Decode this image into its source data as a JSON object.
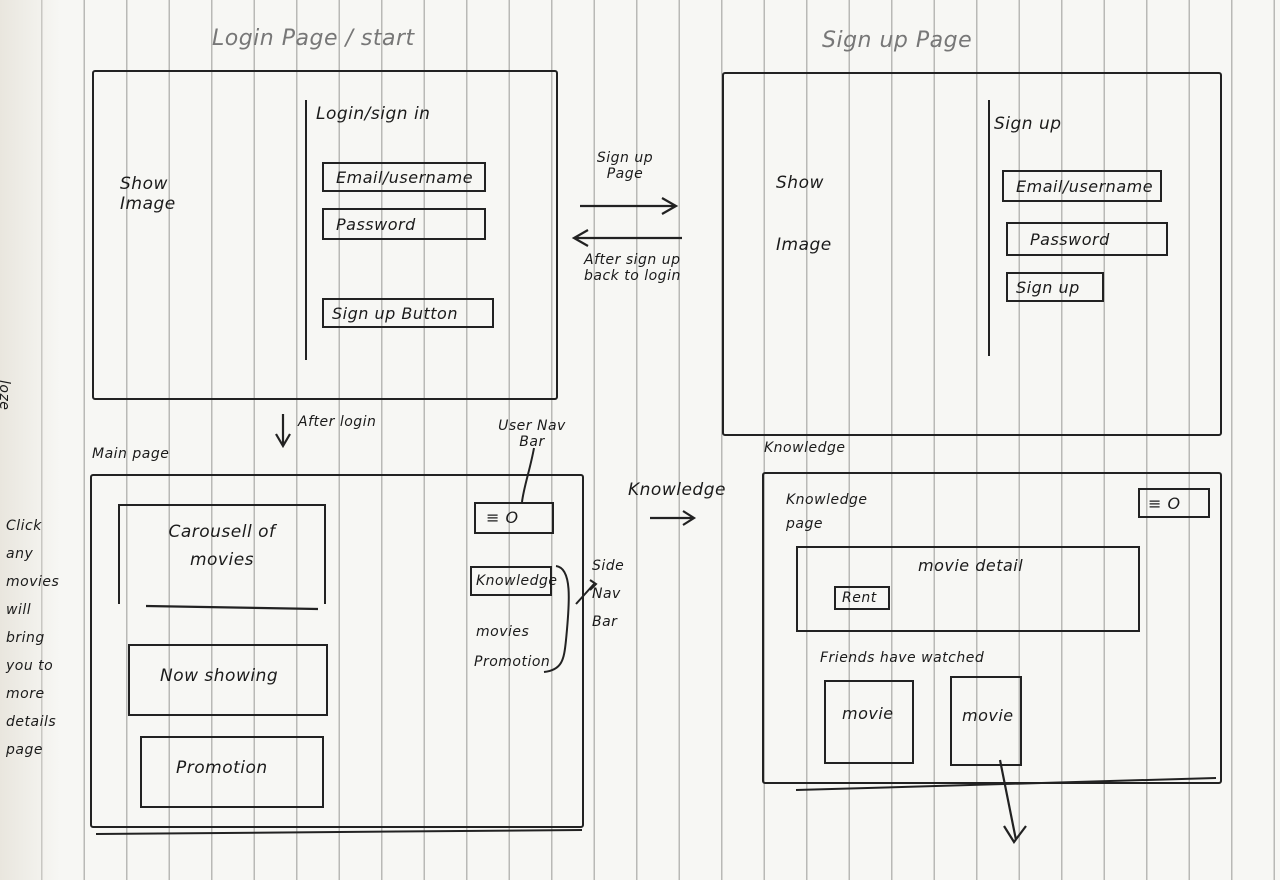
{
  "login_page": {
    "title": "Login Page / start",
    "image_text": "Show Image",
    "heading": "Login/sign in",
    "email_field": "Email/username",
    "password_field": "Password",
    "signup_button": "Sign up Button"
  },
  "signup_page": {
    "title": "Sign up Page",
    "image_text": "Show Image",
    "heading": "Sign up",
    "email_field": "Email/username",
    "password_field": "Password",
    "signup_button": "Sign up"
  },
  "arrows": {
    "to_signup": "Sign up Page",
    "back_to_login": "After sign up back to login",
    "after_login": "After login",
    "to_knowledge": "Knowledge"
  },
  "main_page": {
    "title": "Main page",
    "carousel": "Carousell of movies",
    "now_showing": "Now showing",
    "promotion": "Promotion",
    "user_nav_bar_note": "User Nav Bar",
    "menu_icon_glyphs": "≡ O",
    "side_nav": {
      "knowledge": "Knowledge",
      "movies": "movies",
      "promotion": "Promotion"
    },
    "side_nav_note": "Side Nav Bar",
    "click_note": "Click any movies will bring you to more details page"
  },
  "knowledge_page": {
    "title": "Knowledge",
    "page_heading": "Knowledge page",
    "menu_icon_glyphs": "≡ O",
    "movie_detail": "movie detail",
    "rent_button": "Rent",
    "friends_label": "Friends have watched",
    "movie_card_1": "movie",
    "movie_card_2": "movie"
  },
  "margin_text": "loze"
}
